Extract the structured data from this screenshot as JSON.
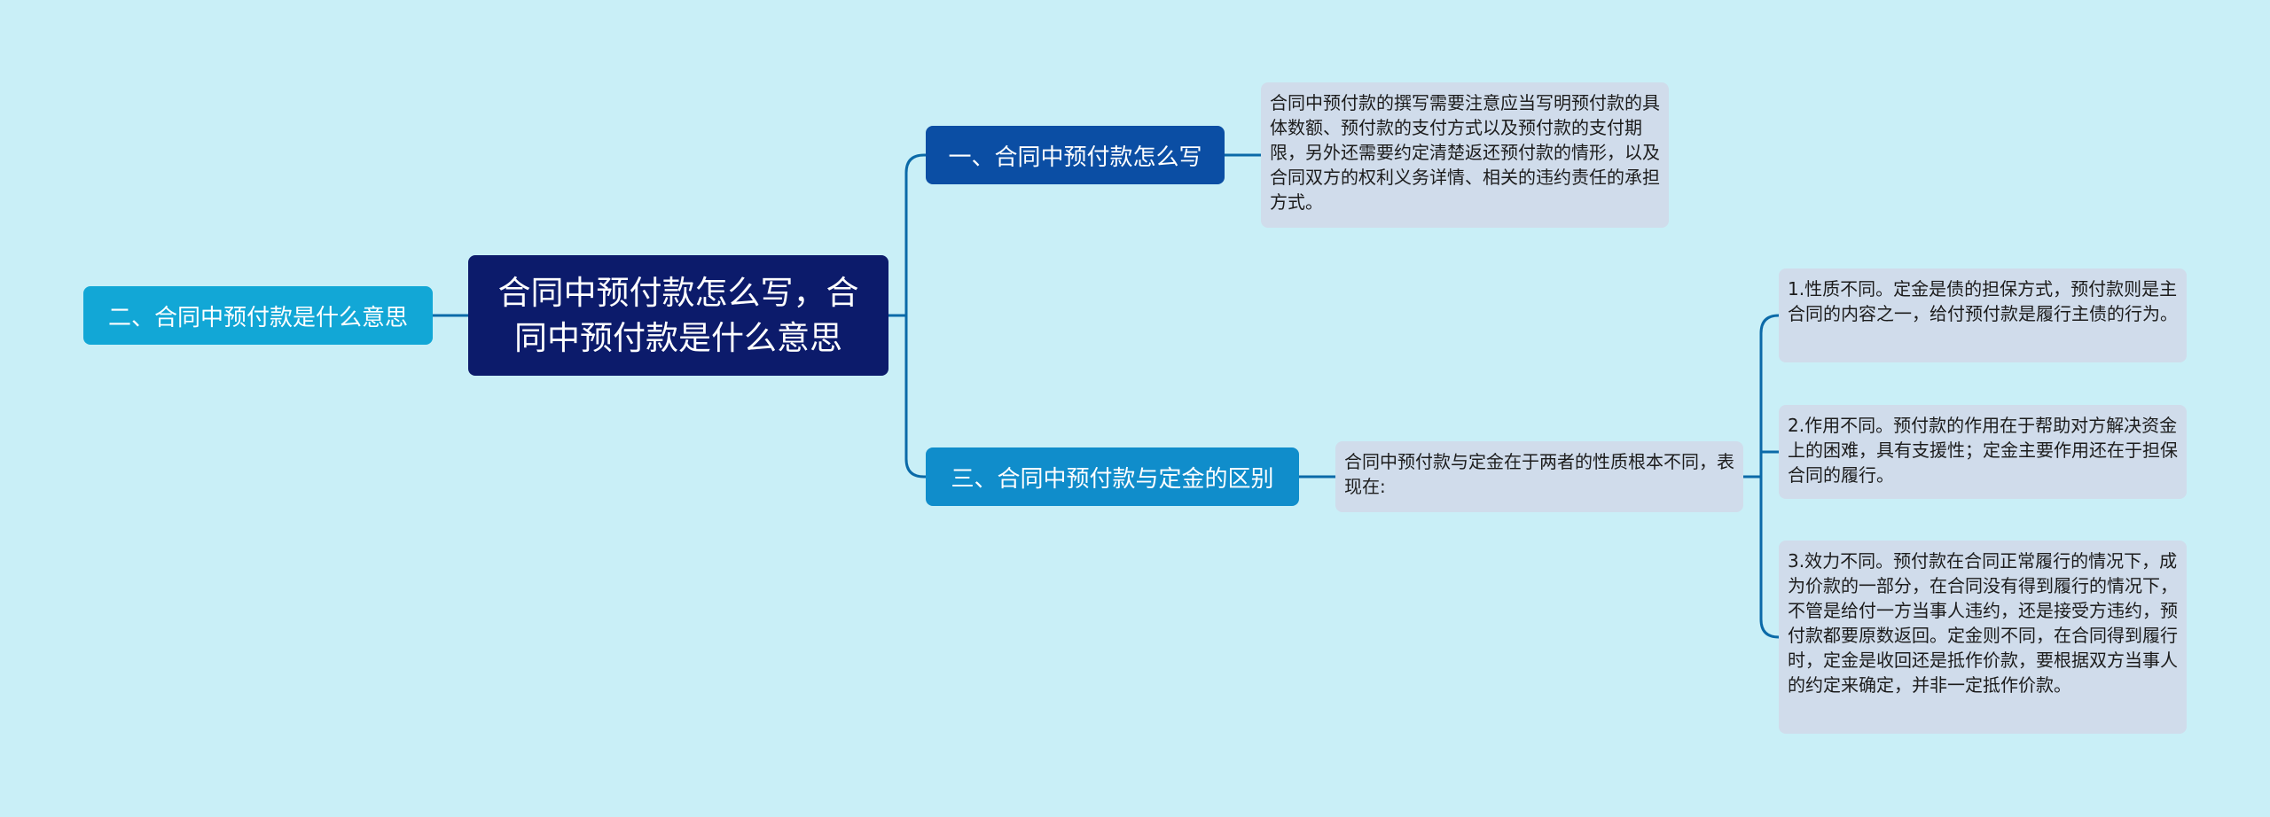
{
  "root": {
    "title": "合同中预付款怎么写，合同中预付款是什么意思"
  },
  "branch1": {
    "label": "一、合同中预付款怎么写",
    "text": "合同中预付款的撰写需要注意应当写明预付款的具体数额、预付款的支付方式以及预付款的支付期限，另外还需要约定清楚返还预付款的情形，以及合同双方的权利义务详情、相关的违约责任的承担方式。"
  },
  "branch2": {
    "label": "二、合同中预付款是什么意思"
  },
  "branch3": {
    "label": "三、合同中预付款与定金的区别",
    "intro": "合同中预付款与定金在于两者的性质根本不同，表现在:",
    "details": [
      "1.性质不同。定金是债的担保方式，预付款则是主合同的内容之一，给付预付款是履行主债的行为。",
      "2.作用不同。预付款的作用在于帮助对方解决资金上的困难，具有支援性；定金主要作用还在于担保合同的履行。",
      "3.效力不同。预付款在合同正常履行的情况下，成为价款的一部分，在合同没有得到履行的情况下，不管是给付一方当事人违约，还是接受方违约，预付款都要原数返回。定金则不同，在合同得到履行时，定金是收回还是抵作价款，要根据双方当事人的约定来确定，并非一定抵作价款。"
    ]
  },
  "colors": {
    "background": "#c9eff7",
    "root": "#0c1b6b",
    "branch_dark": "#0b4ea4",
    "branch_light": "#108dcb",
    "leaf": "#d0dceb",
    "line": "#0b6aa8"
  }
}
